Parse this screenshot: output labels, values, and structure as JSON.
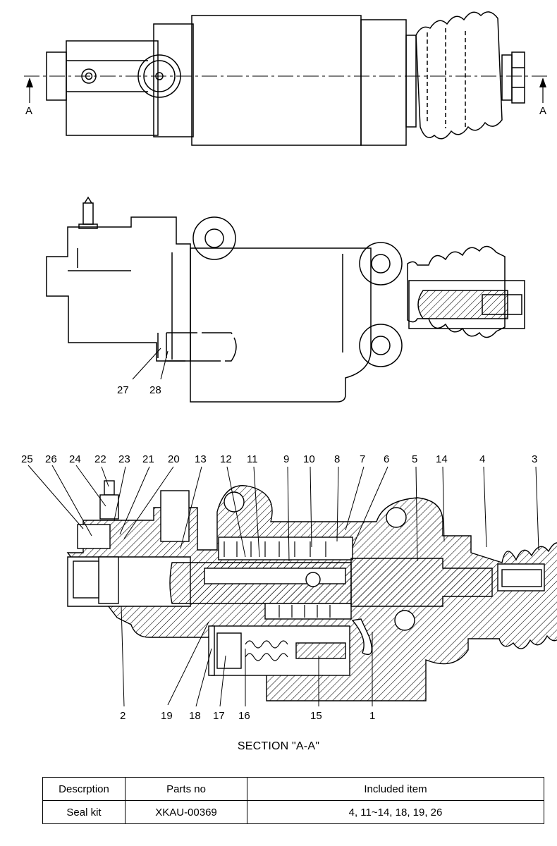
{
  "top_view": {
    "section_marks": [
      {
        "letter": "A"
      },
      {
        "letter": "A"
      }
    ]
  },
  "side_view": {
    "callouts": [
      "27",
      "28"
    ]
  },
  "section_view": {
    "title": "SECTION \"A-A\"",
    "callouts_top": [
      "25",
      "26",
      "24",
      "22",
      "23",
      "21",
      "20",
      "13",
      "12",
      "11",
      "9",
      "10",
      "8",
      "7",
      "6",
      "5",
      "14",
      "4",
      "3"
    ],
    "callouts_bottom": [
      "2",
      "19",
      "18",
      "17",
      "16",
      "15",
      "1"
    ]
  },
  "seal_kit_table": {
    "headers": [
      "Descrption",
      "Parts no",
      "Included item"
    ],
    "rows": [
      [
        "Seal kit",
        "XKAU-00369",
        "4, 11~14, 18, 19, 26"
      ]
    ]
  }
}
